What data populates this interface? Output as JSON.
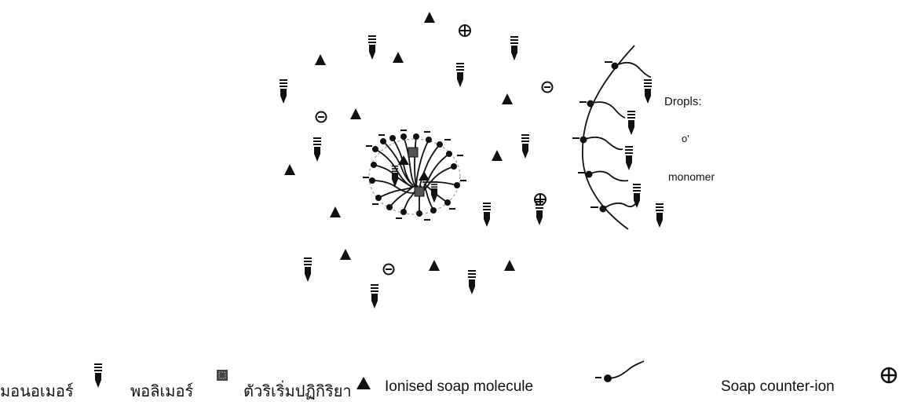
{
  "diagram": {
    "droplet_label_line1": "Dropls:",
    "droplet_label_line2": "o'",
    "droplet_label_line3": "monomer"
  },
  "legend": {
    "monomer_label": "มอนอเมอร์",
    "polymer_label": "พอลิเมอร์",
    "initiator_label": "ตัวริเริ่มปฏิกิริยา",
    "ionised_soap_label": "Ionised soap molecule",
    "counter_ion_label": "Soap counter-ion"
  },
  "icons": {
    "monomer": "monomer-icon",
    "polymer": "polymer-square-icon",
    "initiator": "triangle-icon",
    "soap": "soap-molecule-icon",
    "counter_ion": "circle-plus-icon"
  },
  "colors": {
    "ink": "#111111"
  }
}
